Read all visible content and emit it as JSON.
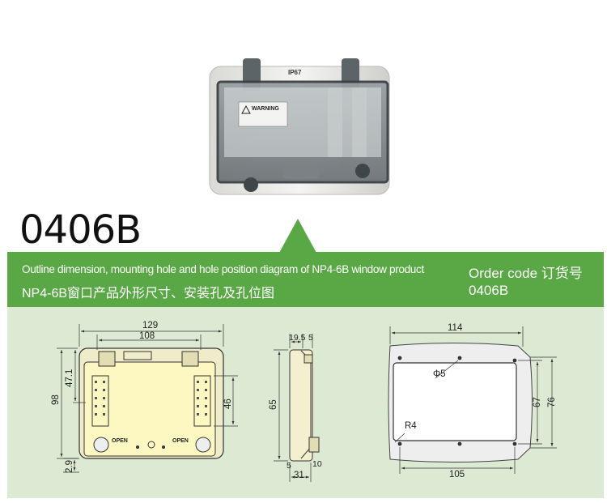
{
  "product_photo": {
    "rating_text": "IP67",
    "warning_text": "WARNING"
  },
  "model_heading": "0406B",
  "banner": {
    "description_en": "Outline dimension, mounting hole and hole position diagram of NP4-6B window product",
    "description_zh": "NP4-6B窗口产品外形尺寸、安装孔及孔位图",
    "order_code_label": "Order code 订货号",
    "order_code_value": "0406B",
    "background_color": "#5aa845"
  },
  "front_view": {
    "dim_overall_width": "129",
    "dim_inner_width": "108",
    "dim_height": "98",
    "dim_upper": "47.1",
    "dim_inner_height": "46",
    "dim_bottom_offset": "2.9",
    "open_label_left": "OPEN",
    "open_label_right": "OPEN"
  },
  "side_view": {
    "dim_top": "19.5",
    "dim_top_right": "5",
    "dim_height": "65",
    "dim_bottom_left": "5",
    "dim_bottom_mid": "10",
    "dim_depth": "31"
  },
  "cutout_view": {
    "dim_width": "114",
    "dim_hole_spacing": "105",
    "dim_hole_diameter": "Φ5",
    "dim_radius": "R4",
    "dim_hole_height": "67",
    "dim_height": "76"
  }
}
